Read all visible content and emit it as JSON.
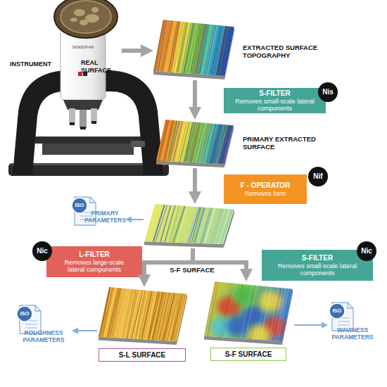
{
  "diagram": {
    "nodes": [
      {
        "text": [
          "REAL SURFACE"
        ]
      },
      {
        "text": [
          "EXTRACTED SURFACE TOPOGRAPHY"
        ]
      },
      {
        "text": [
          "S-FILTER",
          "Removes small-scale lateral components"
        ]
      },
      {
        "text": [
          "Nis"
        ],
        "in": 2
      },
      {
        "text": [
          "PRIMARY EXTRACTED SURFACE"
        ]
      },
      {
        "text": [
          "F - OPERATOR",
          "Removes form"
        ]
      },
      {
        "text": [
          "Nif"
        ],
        "in": 5
      },
      {
        "text": [
          "ISO",
          "PRIMARY PARAMETERS"
        ]
      },
      {
        "text": [
          "S-F SURFACE"
        ]
      },
      {
        "text": [
          "L-FILTER",
          "Removes large-scale lateral components"
        ]
      },
      {
        "text": [
          "Nic"
        ],
        "in": 9
      },
      {
        "text": [
          "S-FILTER",
          "Removes small-scale lateral components"
        ]
      },
      {
        "text": [
          "Nic"
        ],
        "in": 11
      },
      {
        "text": [
          "S-L SURFACE"
        ]
      },
      {
        "text": [
          "ISO",
          "ROUGHNESS PARAMETERS"
        ]
      },
      {
        "text": [
          "S-F SURFACE"
        ]
      },
      {
        "text": [
          "ISO",
          "WAVINESS PARAMETERS"
        ]
      }
    ],
    "edges": [
      {
        "from": 0,
        "to": 1,
        "arrow": "to"
      },
      {
        "from": 1,
        "to": 4,
        "arrow": "to"
      },
      {
        "from": 4,
        "to": 8,
        "arrow": "to"
      },
      {
        "from": 8,
        "to": 7,
        "arrow": "to"
      },
      {
        "from": 8,
        "to": 13,
        "arrow": "to"
      },
      {
        "from": 8,
        "to": 15,
        "arrow": "to"
      },
      {
        "from": 13,
        "to": 14,
        "arrow": "to"
      },
      {
        "from": 15,
        "to": 16,
        "arrow": "to"
      }
    ],
    "labels": [
      "INSTRUMENT",
      "SENSOFAR"
    ]
  }
}
